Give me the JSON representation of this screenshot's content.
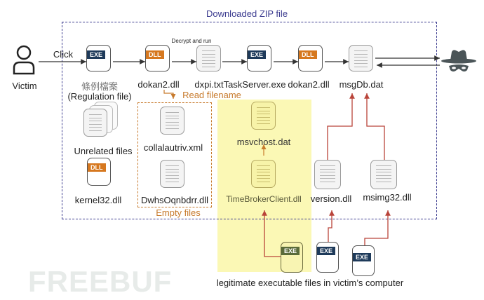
{
  "diagram": {
    "zip_box_title": "Downloaded ZIP file",
    "annotation_decrypt": "Decrypt and run",
    "annotation_read": "Read filename",
    "annotation_empty": "Empty files",
    "click_label": "Click",
    "victim_label": "Victim",
    "legit_label": "legitimate  executable files in victim’s computer",
    "watermark": "FREEBUF",
    "colors": {
      "zip_border": "#3b3b8f",
      "orange": "#c77a2c",
      "red_arrow": "#b9443a",
      "yellow_zone": "#fbf8b5",
      "exe_badge": "#1e3a5a",
      "dll_badge": "#d6781f",
      "attacker": "#4b5558"
    },
    "main_chain": [
      {
        "name": "條例檔案",
        "sub": "(Regulation file)",
        "type": "EXE"
      },
      {
        "name": "dokan2.dll",
        "type": "DLL"
      },
      {
        "name": "dxpi.txt",
        "type": "DOC"
      },
      {
        "name": "TaskServer.exe",
        "type": "EXE"
      },
      {
        "name": "dokan2.dll",
        "type": "DLL"
      },
      {
        "name": "msgDb.dat",
        "type": "DOC"
      }
    ],
    "other_files": [
      {
        "name": "Unrelated files",
        "type": "MULTI-DOC"
      },
      {
        "name": "kernel32.dll",
        "type": "DLL"
      },
      {
        "name": "collalautriv.xml",
        "type": "DOC"
      },
      {
        "name": "DwhsOqnbdrr.dll",
        "type": "DOC"
      },
      {
        "name": "msvchost.dat",
        "type": "DOC"
      },
      {
        "name": "TimeBrokerClient.dll",
        "type": "DOC"
      },
      {
        "name": "version.dll",
        "type": "DOC"
      },
      {
        "name": "msimg32.dll",
        "type": "DOC"
      }
    ],
    "legit_exes": [
      {
        "type": "EXE"
      },
      {
        "type": "EXE"
      },
      {
        "type": "EXE"
      }
    ],
    "badges": {
      "exe": "EXE",
      "dll": "DLL"
    }
  }
}
